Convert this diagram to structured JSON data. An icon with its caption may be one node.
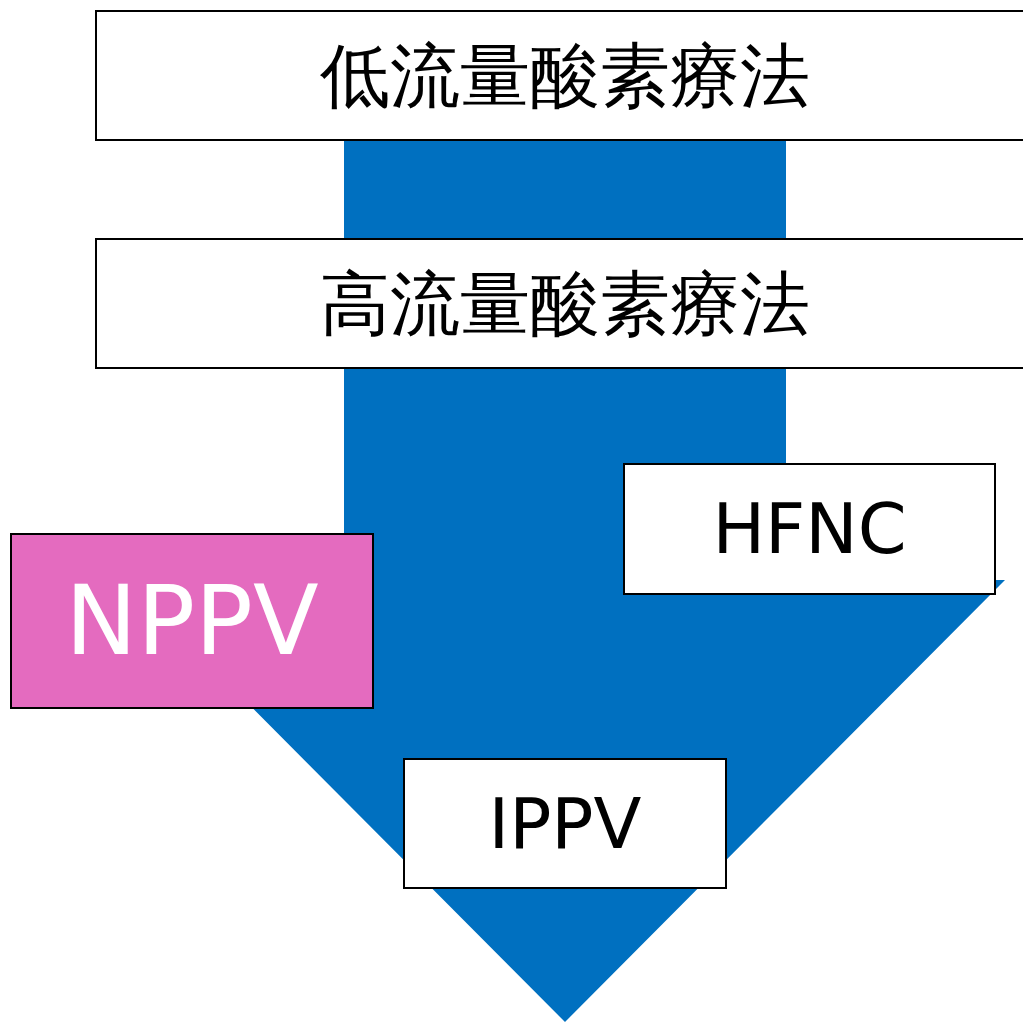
{
  "diagram": {
    "nodes": [
      {
        "text": [
          "低流量酸素療法"
        ]
      },
      {
        "text": [
          "高流量酸素療法"
        ]
      },
      {
        "text": [
          "HFNC"
        ]
      },
      {
        "text": [
          "NPPV"
        ]
      },
      {
        "text": [
          "IPPV"
        ]
      }
    ],
    "edges": [
      {
        "from": 0,
        "to": 4,
        "arrow": "to"
      }
    ]
  }
}
